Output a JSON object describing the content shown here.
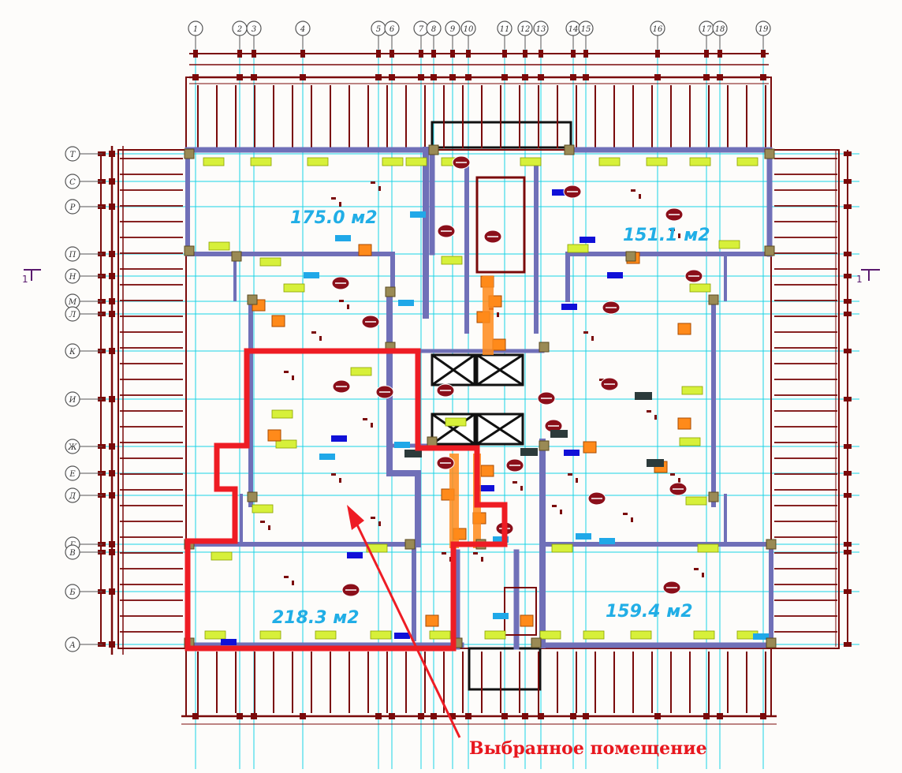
{
  "drawing": {
    "column_axes": [
      "1",
      "2",
      "3",
      "4",
      "5",
      "6",
      "7",
      "8",
      "9",
      "10",
      "11",
      "12",
      "13",
      "14",
      "15",
      "16",
      "17",
      "18",
      "19"
    ],
    "row_axes": [
      "Т",
      "С",
      "Р",
      "П",
      "Н",
      "М",
      "Л",
      "К",
      "И",
      "Ж",
      "Е",
      "Д",
      "Г",
      "В",
      "Б",
      "А"
    ],
    "section_marker": "1",
    "rooms": [
      {
        "id": "room-nw",
        "area": "175.0 м2"
      },
      {
        "id": "room-ne",
        "area": "151.1 м2"
      },
      {
        "id": "room-sw",
        "area": "218.3 м2"
      },
      {
        "id": "room-se",
        "area": "159.4 м2"
      }
    ],
    "selection_caption": "Выбранное помещение",
    "colors": {
      "structure": "#7a0a0a",
      "grid": "#19d3e6",
      "wall": "#7070b8",
      "wall_fill": "#8a87c7",
      "window": "#d7f03a",
      "equipment": "#ff8a1a",
      "marker_blue": "#1010d8",
      "marker_cyan": "#20a8e8",
      "area_text": "#21aee6",
      "selection": "#ee1c24",
      "caption": "#e8171e",
      "background": "#fdfcfa"
    }
  }
}
